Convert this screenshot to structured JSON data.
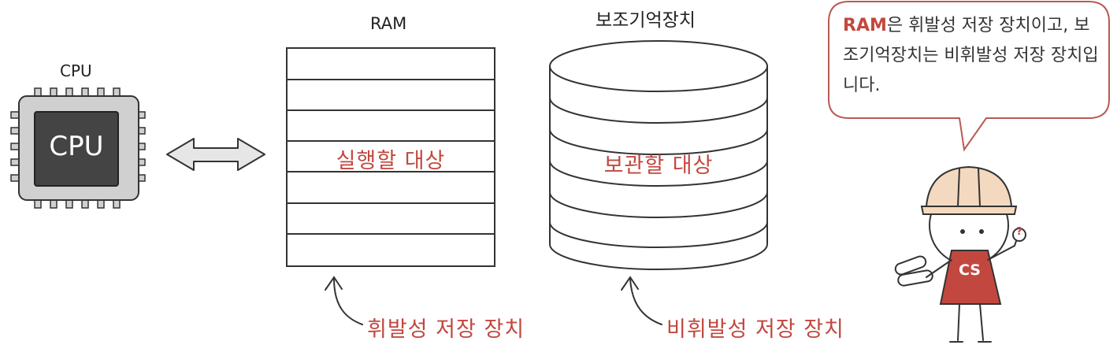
{
  "cpu": {
    "title": "CPU",
    "chip_label": "CPU"
  },
  "ram": {
    "title": "RAM",
    "contents_label": "실행할 대상",
    "note": "휘발성 저장 장치"
  },
  "storage": {
    "title": "보조기억장치",
    "contents_label": "보관할 대상",
    "note": "비휘발성 저장 장치"
  },
  "speech": {
    "highlight": "RAM",
    "text": "은 휘발성 저장 장치이고, 보조기억장치는 비휘발성 저장 장치입니다."
  },
  "character": {
    "shirt_label": "CS",
    "finger_badge": "?"
  },
  "colors": {
    "accent": "#c2483f",
    "chip_body": "#d0d0d0",
    "chip_die": "#444444",
    "helmet": "#f3d9bf"
  }
}
